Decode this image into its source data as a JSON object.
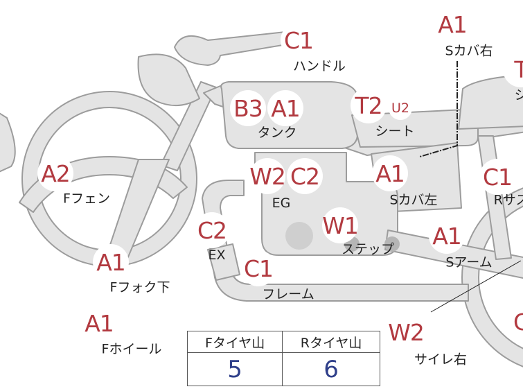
{
  "colors": {
    "body_fill": "#e4e4e4",
    "body_outline": "#9c9c9c",
    "badge_text": "#b23a40",
    "label_text": "#222222",
    "value_text": "#2f3f8a"
  },
  "parts": [
    {
      "id": "handle",
      "codes": [
        "C1"
      ],
      "label": "ハンドル"
    },
    {
      "id": "tank",
      "codes": [
        "B3",
        "A1"
      ],
      "label": "タンク"
    },
    {
      "id": "seat",
      "codes": [
        "T2",
        "U2"
      ],
      "label": "シート"
    },
    {
      "id": "side-cover-right",
      "codes": [
        "A1"
      ],
      "label": "Sカバ右"
    },
    {
      "id": "side-cover-left",
      "codes": [
        "A1"
      ],
      "label": "Sカバ左"
    },
    {
      "id": "front-fender",
      "codes": [
        "A2"
      ],
      "label": "Fフェン"
    },
    {
      "id": "engine",
      "codes": [
        "W2",
        "C2"
      ],
      "label": "EG"
    },
    {
      "id": "exhaust",
      "codes": [
        "C2"
      ],
      "label": "EX"
    },
    {
      "id": "step",
      "codes": [
        "W1"
      ],
      "label": "ステップ"
    },
    {
      "id": "front-fork-lower",
      "codes": [
        "A1"
      ],
      "label": "Fフォク下"
    },
    {
      "id": "frame",
      "codes": [
        "C1"
      ],
      "label": "フレーム"
    },
    {
      "id": "front-wheel",
      "codes": [
        "A1"
      ],
      "label": "Fホイール"
    },
    {
      "id": "swing-arm",
      "codes": [
        "A1"
      ],
      "label": "Sアーム"
    },
    {
      "id": "rear-suspension",
      "codes": [
        "C1"
      ],
      "label": "Rサス"
    },
    {
      "id": "muffler-right",
      "codes": [
        "W2"
      ],
      "label": "サイレ右"
    },
    {
      "id": "tail",
      "codes": [
        "T"
      ],
      "label": "シ"
    },
    {
      "id": "rear-wheel",
      "codes": [
        "C"
      ],
      "label": ""
    }
  ],
  "tire_table": {
    "front_header": "Fタイヤ山",
    "rear_header": "Rタイヤ山",
    "front_value": "5",
    "rear_value": "6"
  }
}
